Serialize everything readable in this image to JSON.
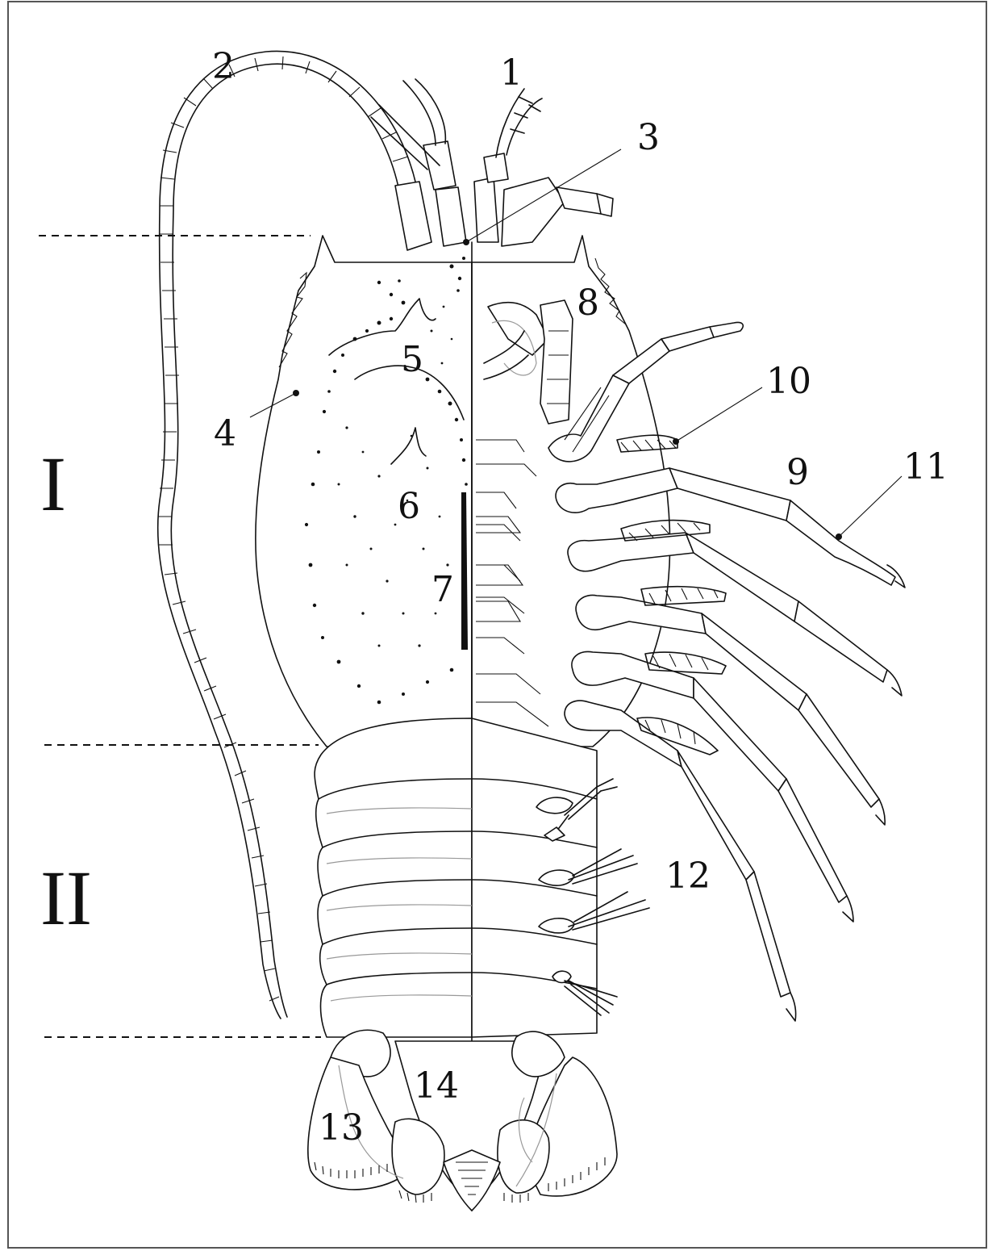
{
  "diagram": {
    "region_labels": [
      "I",
      "II"
    ],
    "part_labels": [
      "1",
      "2",
      "3",
      "4",
      "5",
      "6",
      "7",
      "8",
      "9",
      "10",
      "11",
      "12",
      "13",
      "14"
    ]
  }
}
